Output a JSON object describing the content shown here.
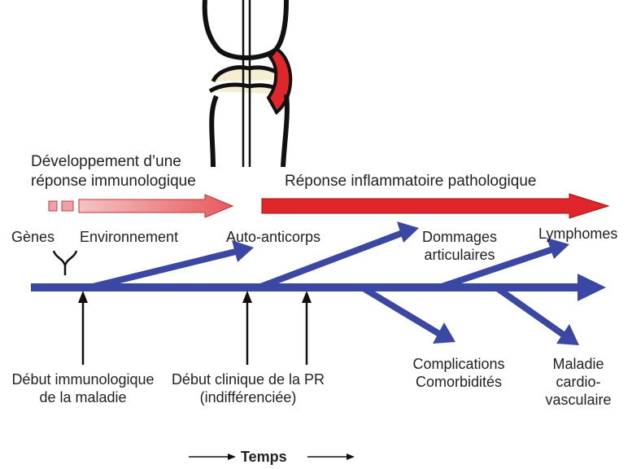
{
  "phases": {
    "immune_response": "Développement d’une réponse immunologique",
    "inflammatory_response": "Réponse inflammatoire pathologique"
  },
  "factors": {
    "genes": "Gènes",
    "environment": "Environnement"
  },
  "outcomes": {
    "autoantibodies": "Auto-anticorps",
    "joint_damage": "Dommages articulaires",
    "lymphomas": "Lymphomes",
    "complications": "Complications Comorbidités",
    "cardiovascular": "Maladie cardio-vasculaire"
  },
  "milestones": {
    "immunological_onset": "Début immunologique de la maladie",
    "clinical_onset": "Début clinique de la PR (indifférenciée)"
  },
  "axis": {
    "time": "Temps"
  },
  "colors": {
    "timeline_blue": "#3a48a4",
    "inflammation_red": "#e0262a",
    "early_pink": "#f0a0a2",
    "joint_cartilage": "#f3efd0"
  },
  "icons": {
    "joint": "knee-joint-icon"
  }
}
